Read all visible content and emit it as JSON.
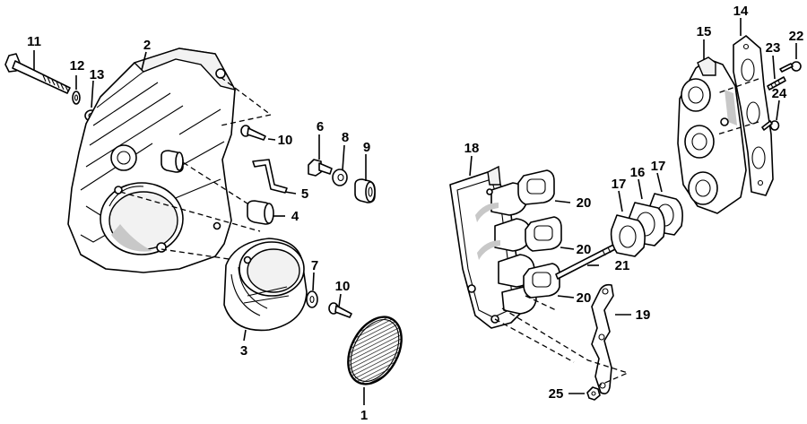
{
  "figure": {
    "callouts": {
      "p1": "1",
      "p2": "2",
      "p3": "3",
      "p4": "4",
      "p5": "5",
      "p6": "6",
      "p7": "7",
      "p8": "8",
      "p9": "9",
      "p10a": "10",
      "p10b": "10",
      "p11": "11",
      "p12": "12",
      "p13": "13",
      "p14": "14",
      "p15": "15",
      "p16": "16",
      "p17a": "17",
      "p17b": "17",
      "p18": "18",
      "p19": "19",
      "p20a": "20",
      "p20b": "20",
      "p20c": "20",
      "p21": "21",
      "p22": "22",
      "p23": "23",
      "p24": "24",
      "p25": "25"
    }
  }
}
